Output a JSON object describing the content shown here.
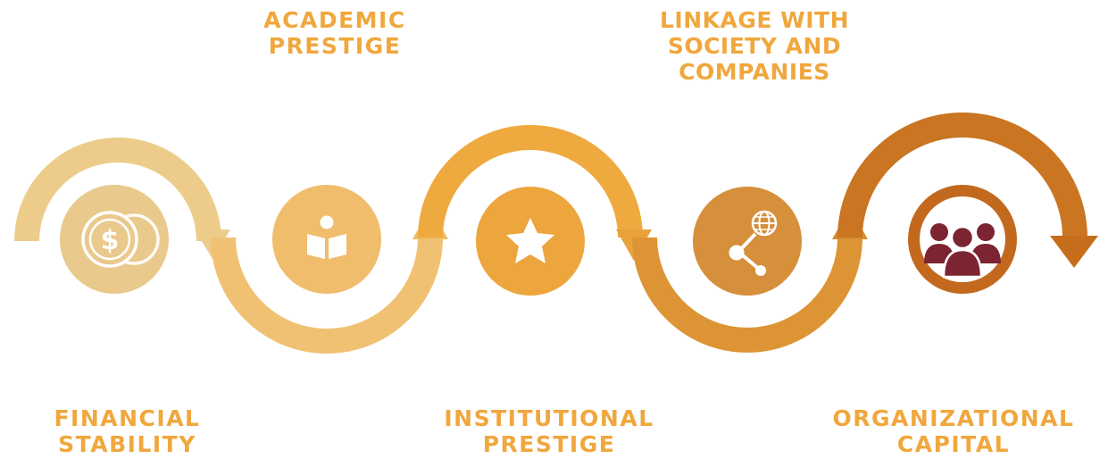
{
  "colors": {
    "stage1": "#edcb87",
    "stage2": "#efb55a",
    "stage3": "#eda535",
    "stage4": "#d78a2c",
    "stage5": "#c86e1b",
    "circle1": "#e9c98c",
    "circle2": "#f0bd6d",
    "circle3": "#eda53d",
    "circle4": "#d68f3b",
    "circle5": "#c2691d",
    "people_icon": "#7c2431",
    "label": "#f0a73d"
  },
  "stages": [
    {
      "line1": "FINANCIAL",
      "line2": "STABILITY",
      "icon": "dollar-coins-icon"
    },
    {
      "line1": "ACADEMIC",
      "line2": "PRESTIGE",
      "icon": "book-reader-icon"
    },
    {
      "line1": "INSTITUTIONAL",
      "line2": "PRESTIGE",
      "icon": "star-icon"
    },
    {
      "line1": "LINKAGE WITH",
      "line2": "SOCIETY AND",
      "line3": "COMPANIES",
      "icon": "globe-network-icon"
    },
    {
      "line1": "ORGANIZATIONAL",
      "line2": "CAPITAL",
      "icon": "people-group-icon"
    }
  ]
}
